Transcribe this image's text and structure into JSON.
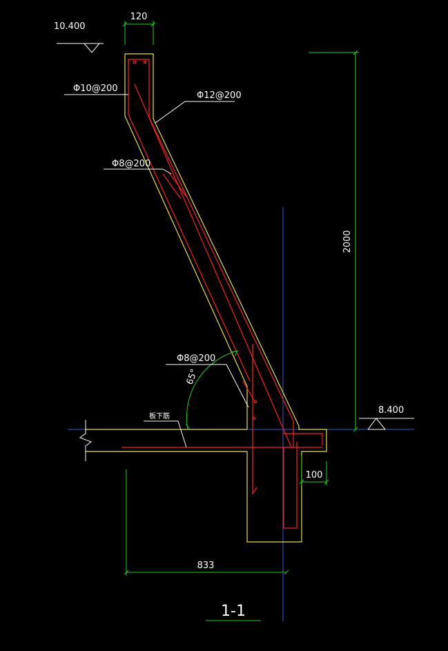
{
  "drawing": {
    "section_label": "1-1",
    "colors": {
      "background": "#000000",
      "concrete_outline": "#e8e04a",
      "rebar": "#ff2020",
      "dimension": "#20d020",
      "axis": "#3a5ad0",
      "text": "#ffffff",
      "leader": "#ffffff"
    },
    "elevations": {
      "top": "10.400",
      "bottom": "8.400"
    },
    "dimensions": {
      "top_width": "120",
      "height": "2000",
      "toe_width": "100",
      "span": "833"
    },
    "angle": "65°",
    "rebar_labels": {
      "top_bar": "Φ10@200",
      "outer_bar": "Φ12@200",
      "distribution_bar": "Φ8@200",
      "stirrup_bar": "Φ8@200",
      "slab_bottom": "板下筋"
    }
  }
}
